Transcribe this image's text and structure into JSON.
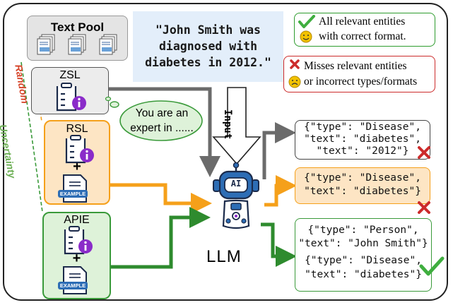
{
  "text_pool": {
    "title": "Text Pool",
    "doc_icons": [
      "text-document-stack-icon",
      "text-document-stack-icon",
      "text-document-stack-icon"
    ]
  },
  "sentence": "\"John Smith was\ndiagnosed with\ndiabetes in 2012.\"",
  "legend": {
    "good_line1": "All relevant entities",
    "good_line2": "with correct format.",
    "bad_line1": "Misses relevant entities",
    "bad_line2": "or incorrect types/formats",
    "colors": {
      "good": "#2e9c2e",
      "bad": "#cc2b2b",
      "emoji": "#f2c200"
    }
  },
  "methods": {
    "zsl": {
      "label": "ZSL"
    },
    "rsl": {
      "label": "RSL",
      "plus": "+",
      "example_tag": "EXAMPLE"
    },
    "apie": {
      "label": "APIE",
      "plus": "+",
      "example_tag": "EXAMPLE"
    }
  },
  "side_labels": {
    "random": "Random",
    "uncertainty": "Uncertainty"
  },
  "prompt_bubble": "You are an\nexpert in ......",
  "input_label": "Input",
  "llm": {
    "label": "LLM",
    "badge": "AI"
  },
  "outputs": [
    {
      "lines": [
        "{\"type\": \"Disease\",",
        "\"text\": \"diabetes\",",
        "\"text\": \"2012\"}"
      ],
      "status": "wrong"
    },
    {
      "lines": [
        "{\"type\": \"Disease\",",
        "\"text\": \"diabetes\"}"
      ],
      "status": "wrong"
    },
    {
      "lines": [
        "{\"type\": \"Person\",",
        "\"text\": \"John Smith\"}",
        "{\"type\": \"Disease\",",
        "\"text\": \"diabetes\"}"
      ],
      "status": "correct"
    }
  ],
  "colors": {
    "zsl_arrow": "#6b6b6b",
    "rsl_arrow": "#f5a01a",
    "apie_arrow": "#2e8b2e",
    "robot_blue": "#2d6db5",
    "info_purple": "#8a2bc9"
  }
}
